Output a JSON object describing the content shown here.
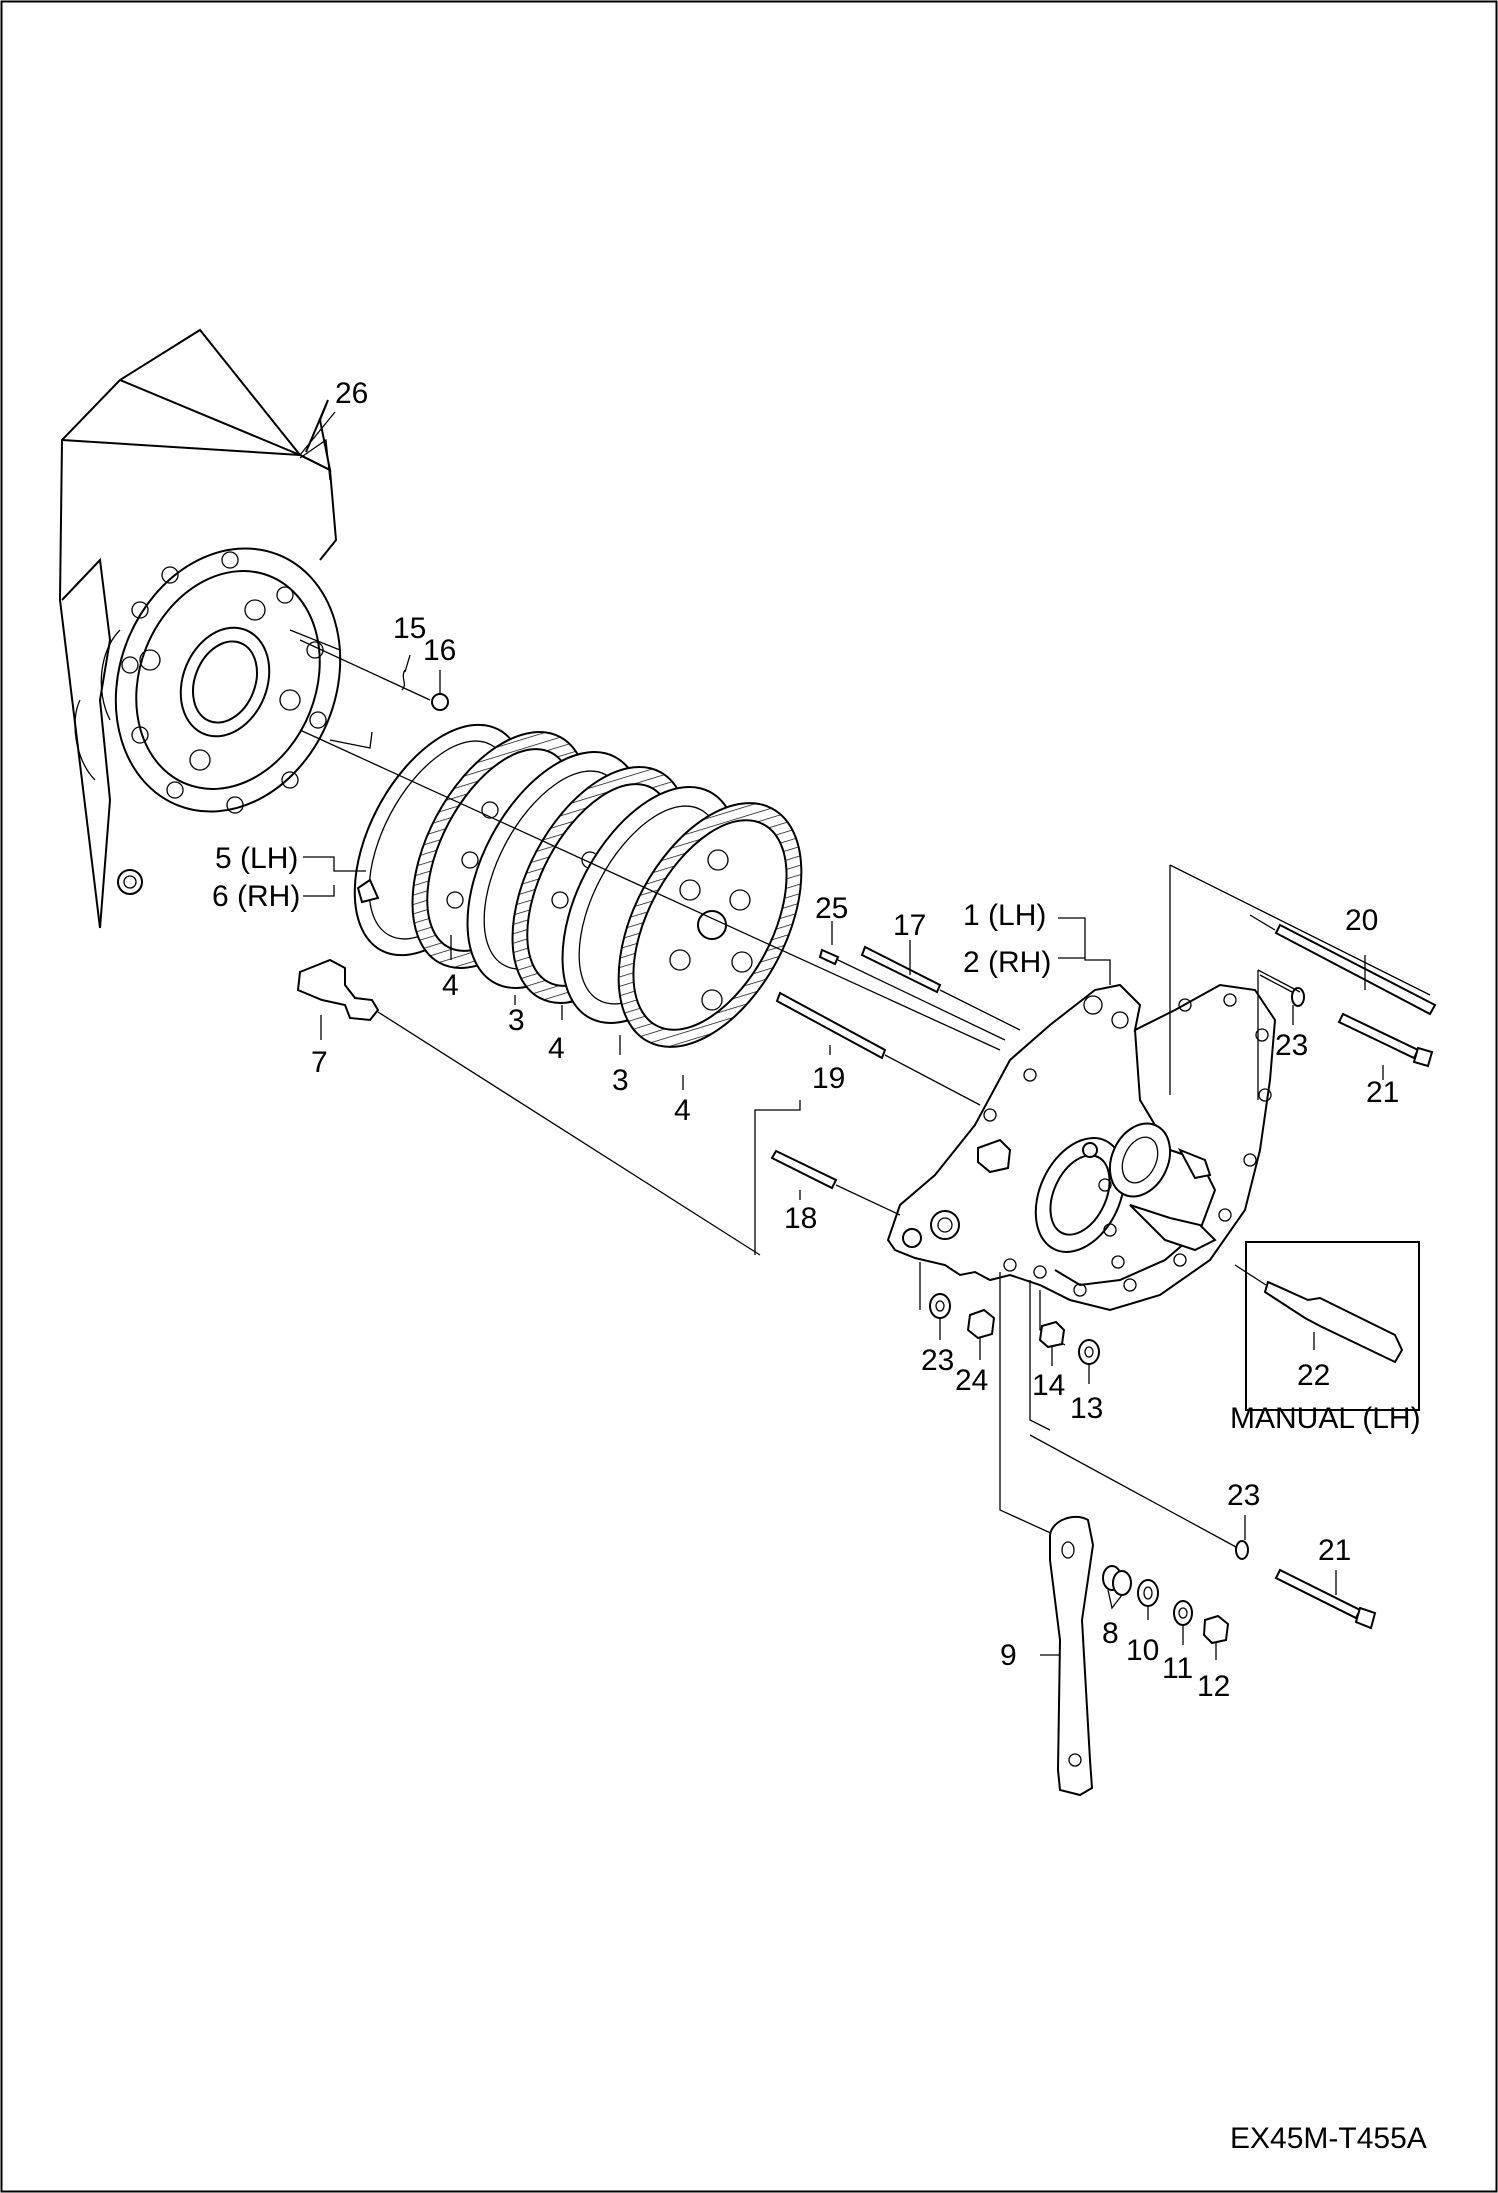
{
  "drawing_code": "EX45M-T455A",
  "inset_caption": "MANUAL (LH)",
  "parts": {
    "p1": "1 (LH)",
    "p2": "2 (RH)",
    "p3a": "3",
    "p3b": "3",
    "p4a": "4",
    "p4b": "4",
    "p4c": "4",
    "p5": "5 (LH)",
    "p6": "6 (RH)",
    "p7": "7",
    "p8": "8",
    "p9": "9",
    "p10": "10",
    "p11": "11",
    "p12": "12",
    "p13": "13",
    "p14": "14",
    "p15": "15",
    "p16": "16",
    "p17": "17",
    "p18": "18",
    "p19": "19",
    "p20": "20",
    "p21a": "21",
    "p21b": "21",
    "p22": "22",
    "p23a": "23",
    "p23b": "23",
    "p23c": "23",
    "p24": "24",
    "p25": "25",
    "p26": "26"
  }
}
